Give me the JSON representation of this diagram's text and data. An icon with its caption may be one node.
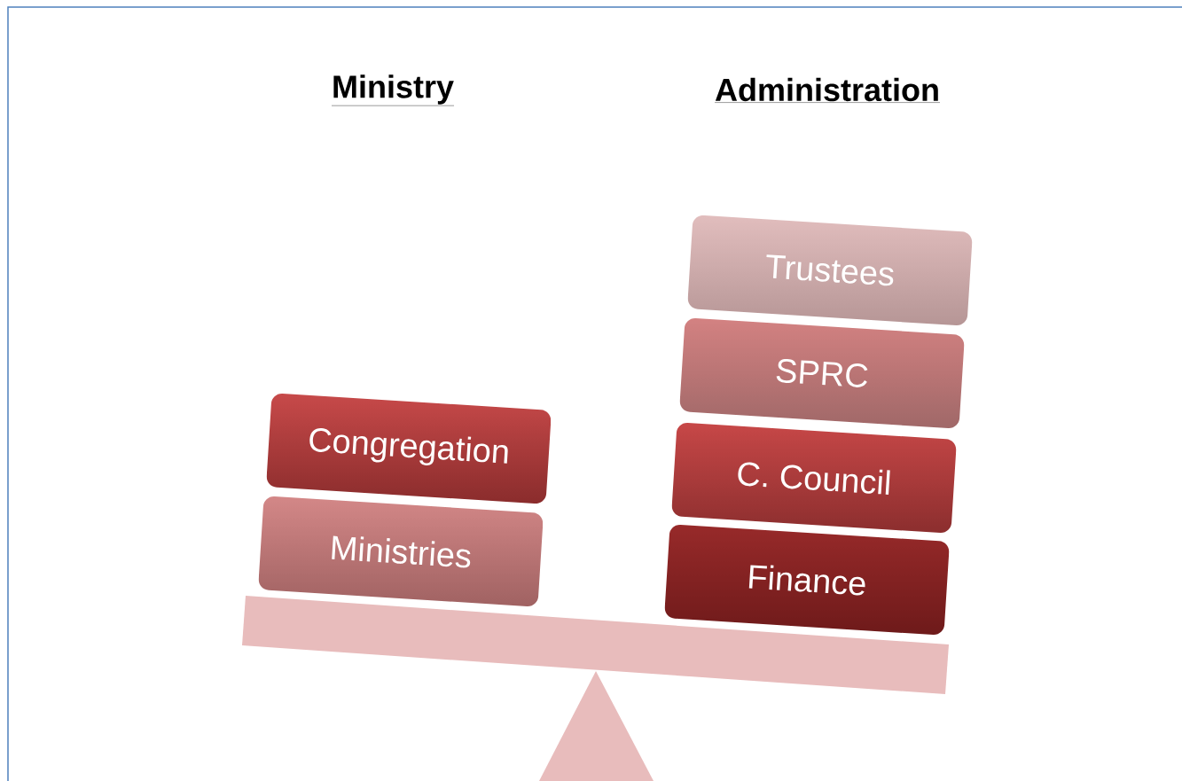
{
  "diagram": {
    "nodes": [
      {
        "text": [
          "Congregation"
        ]
      },
      {
        "text": [
          "Ministries"
        ]
      },
      {
        "text": [
          "Trustees"
        ]
      },
      {
        "text": [
          "SPRC"
        ]
      },
      {
        "text": [
          "C. Council"
        ]
      },
      {
        "text": [
          "Finance"
        ]
      }
    ],
    "labels": [
      "Ministry",
      "Administration"
    ]
  }
}
